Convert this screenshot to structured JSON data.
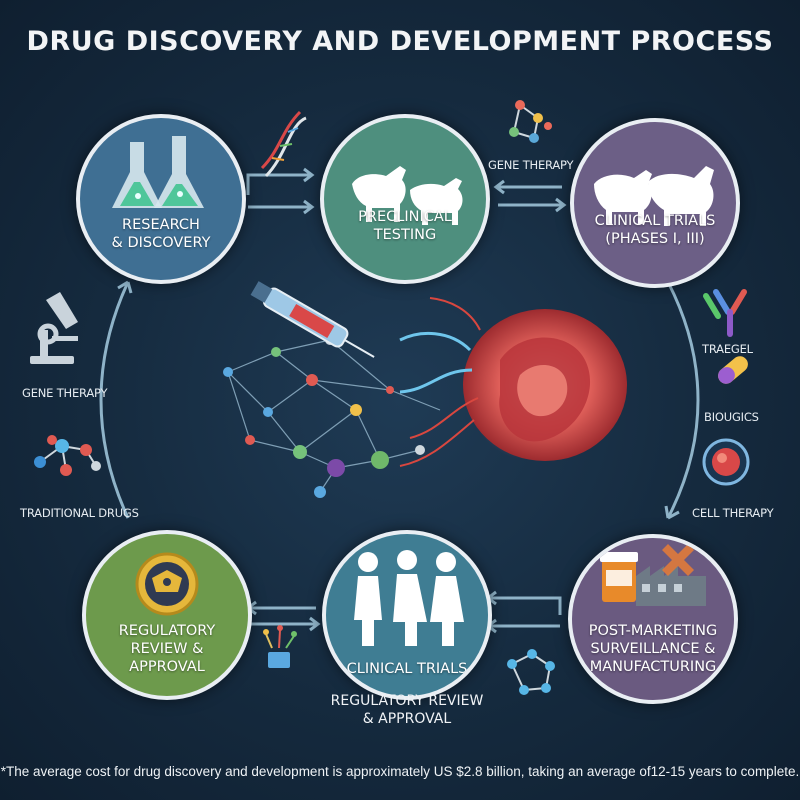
{
  "title": "DRUG DISCOVERY AND DEVELOPMENT PROCESS",
  "stages": [
    {
      "label_line1": "RESEARCH",
      "label_line2": "& DISCOVERY",
      "color": "#3f6f93",
      "icon": "flask-icon"
    },
    {
      "label_line1": "PRECLINICAL",
      "label_line2": "TESTING",
      "color": "#4e8f7e",
      "icon": "animals-icon"
    },
    {
      "label_line1": "CLINICAL TRIALS",
      "label_line2": "(PHASES I, III)",
      "color": "#6c5f86",
      "icon": "animals-icon"
    },
    {
      "label_line1": "REGULATORY",
      "label_line2": "REVIEW &",
      "label_line3": "APPROVAL",
      "color": "#6d9a4c",
      "icon": "seal-icon"
    },
    {
      "label_line1": "CLINICAL TRIALS",
      "color": "#3f7d93",
      "icon": "people-icon"
    },
    {
      "label_line1": "POST-MARKETING",
      "label_line2": "SURVEILLANCE &",
      "label_line3": "MANUFACTURING",
      "color": "#6a5a80",
      "icon": "factory-icon"
    }
  ],
  "side_labels": {
    "gene_therapy_top": "GENE THERAPY",
    "gene_therapy_left": "GENE THERAPY",
    "traditional_drugs": "TRADITIONAL DRUGS",
    "traegel": "TRAEGEL",
    "biologics": "BIOUGICS",
    "cell_therapy": "CELL THERAPY"
  },
  "center_sublabel_line1": "REGULATORY REVIEW",
  "center_sublabel_line2": "& APPROVAL",
  "footnote": "*The average cost for drug discovery and development is approximately US $2.8 billion, taking an average of12-15 years to complete.",
  "colors": {
    "background": "#152a3e",
    "arrow": "#8fb3c8",
    "cell": "#d9473f"
  }
}
